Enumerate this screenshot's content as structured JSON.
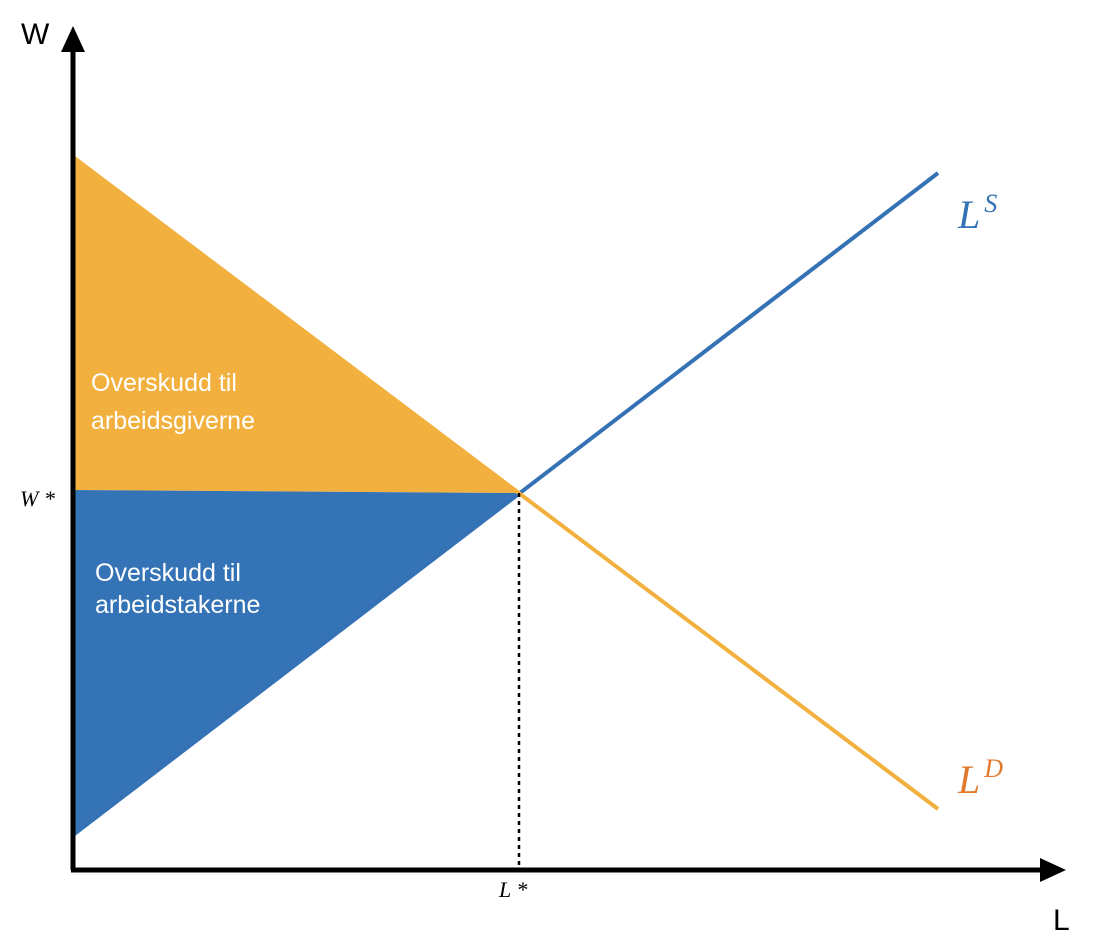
{
  "axes": {
    "y_label": "W",
    "x_label": "L"
  },
  "equilibrium": {
    "w_label": "W *",
    "l_label": "L *"
  },
  "curves": {
    "supply": {
      "label": "L",
      "sup": "S",
      "color": "#3472b5"
    },
    "demand": {
      "label": "L",
      "sup": "D",
      "color": "#f2b13f",
      "label_color": "#e27a2e"
    }
  },
  "areas": {
    "employer_surplus": {
      "line1": "Overskudd til",
      "line2": "arbeidsgiverne",
      "color": "#f2b13f"
    },
    "worker_surplus": {
      "line1": "Overskudd til",
      "line2": "arbeidstakerne",
      "color": "#3474b6"
    }
  }
}
